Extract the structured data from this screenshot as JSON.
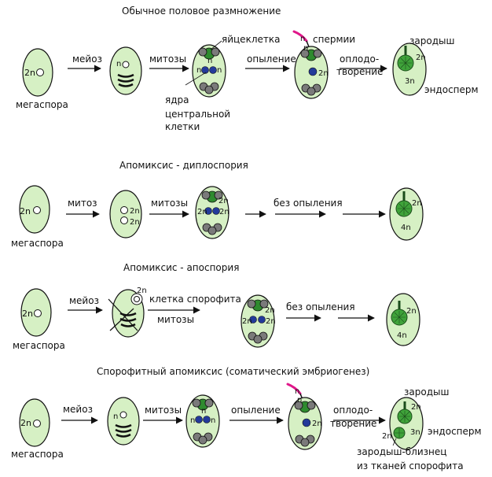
{
  "sections": [
    {
      "title": "Обычное половое размножение",
      "labels": {
        "megaspore": "мегаспора",
        "ploidy_2n": "2n",
        "meiosis": "мейоз",
        "ploidy_n": "n",
        "mitoses": "митозы",
        "egg_cell": "яйцеклетка",
        "central_nuclei_l1": "ядра",
        "central_nuclei_l2": "центральной",
        "central_nuclei_l3": "клетки",
        "pollination": "опыление",
        "sperms": "спермии",
        "fert_l1": "оплодо-",
        "fert_l2": "творение",
        "embryo": "зародыш",
        "ploidy_3n": "3n",
        "endosperm": "эндосперм"
      }
    },
    {
      "title": "Апомиксис - диплоспория",
      "labels": {
        "megaspore": "мегаспора",
        "ploidy_2n": "2n",
        "mitosis": "митоз",
        "mitoses": "митозы",
        "no_pollination": "без опыления",
        "ploidy_4n": "4n"
      }
    },
    {
      "title": "Апомиксис - апоспория",
      "labels": {
        "megaspore": "мегаспора",
        "ploidy_2n": "2n",
        "meiosis": "мейоз",
        "sporophyte_cell": "клетка спорофита",
        "mitoses": "митозы",
        "no_pollination": "без опыления",
        "ploidy_4n": "4n"
      }
    },
    {
      "title": "Спорофитный апомиксис (соматический эмбриогенез)",
      "labels": {
        "megaspore": "мегаспора",
        "ploidy_2n": "2n",
        "meiosis": "мейоз",
        "ploidy_n": "n",
        "mitoses": "митозы",
        "pollination": "опыление",
        "fert_l1": "оплодо-",
        "fert_l2": "творение",
        "embryo": "зародыш",
        "ploidy_3n": "3n",
        "endosperm": "эндосперм",
        "twin_l1": "зародыш-близнец",
        "twin_l2": "из тканей спорофита"
      }
    }
  ]
}
